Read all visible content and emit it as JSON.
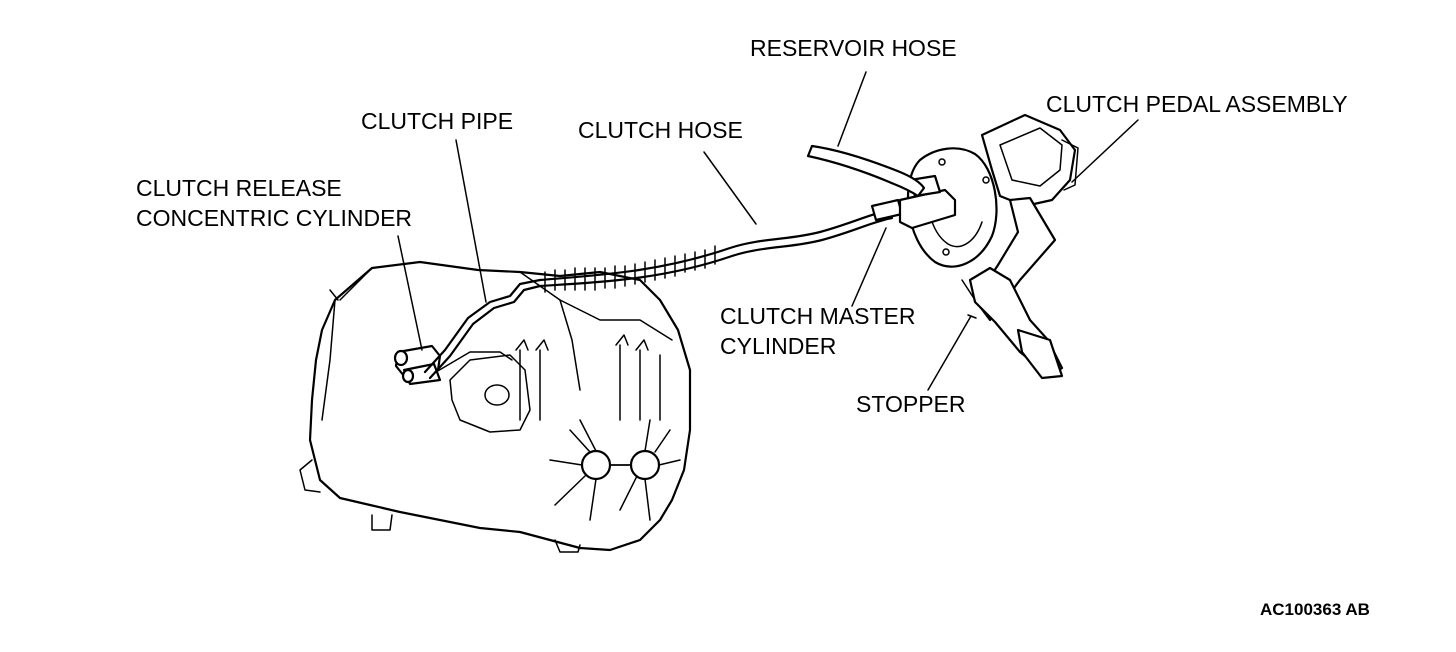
{
  "labels": {
    "reservoir_hose": "RESERVOIR HOSE",
    "clutch_pedal_assembly": "CLUTCH PEDAL ASSEMBLY",
    "clutch_pipe": "CLUTCH PIPE",
    "clutch_hose": "CLUTCH HOSE",
    "clutch_release_line1": "CLUTCH RELEASE",
    "clutch_release_line2": "CONCENTRIC CYLINDER",
    "clutch_master_line1": "CLUTCH MASTER",
    "clutch_master_line2": "CYLINDER",
    "stopper": "STOPPER"
  },
  "figure_code": "AC100363 AB"
}
